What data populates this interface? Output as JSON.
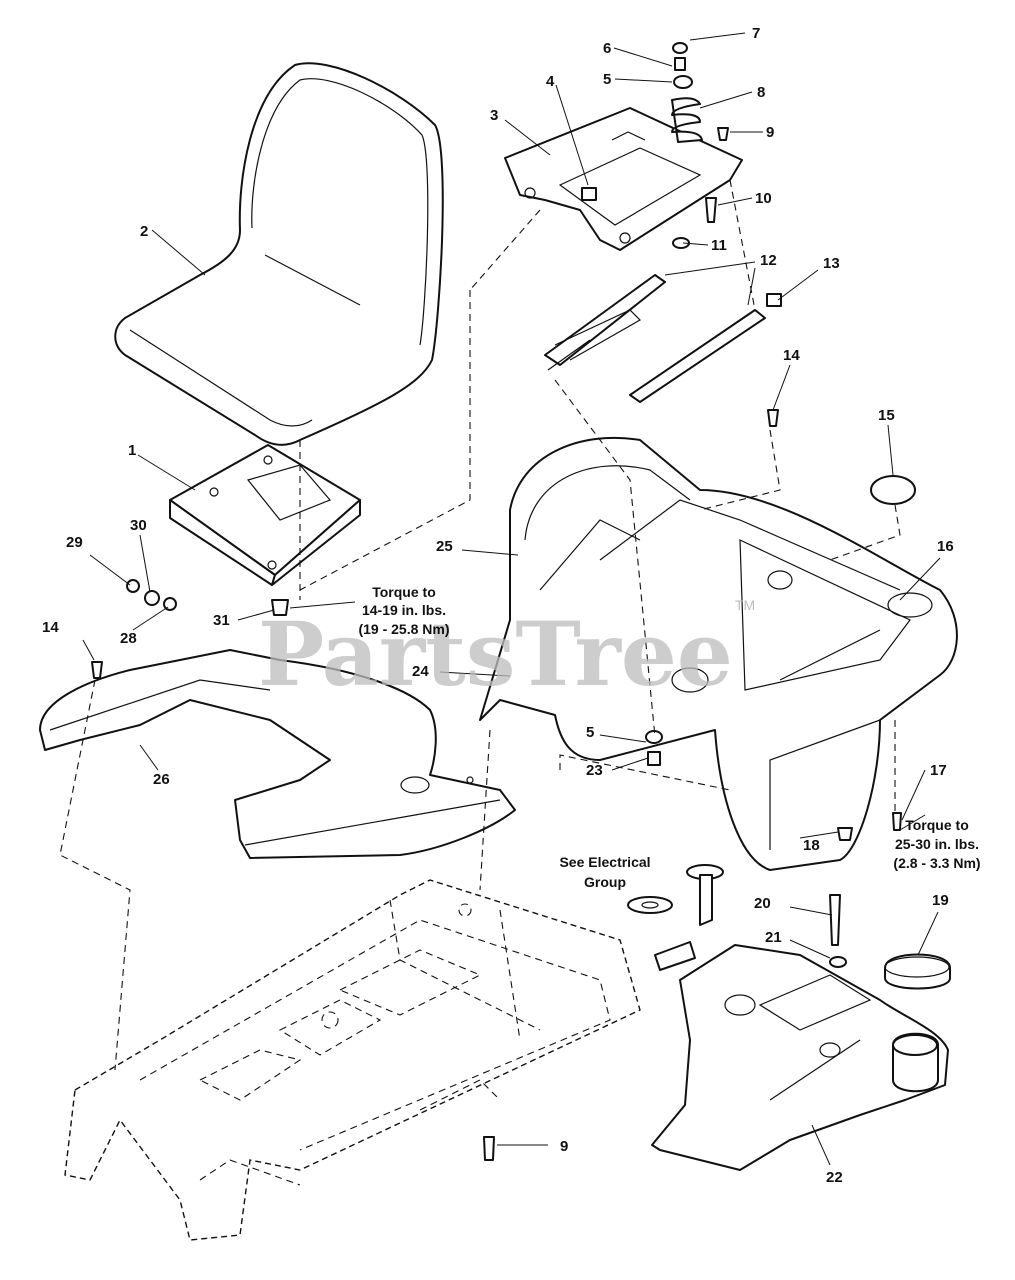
{
  "watermark": {
    "text": "PartsTree",
    "mark": "TM"
  },
  "callouts": {
    "c1": "1",
    "c2": "2",
    "c3": "3",
    "c4": "4",
    "c5a": "5",
    "c5b": "5",
    "c6": "6",
    "c7": "7",
    "c8": "8",
    "c9a": "9",
    "c9b": "9",
    "c10": "10",
    "c11": "11",
    "c12": "12",
    "c13": "13",
    "c14a": "14",
    "c14b": "14",
    "c15": "15",
    "c16": "16",
    "c17": "17",
    "c18": "18",
    "c19": "19",
    "c20": "20",
    "c21": "21",
    "c22": "22",
    "c23": "23",
    "c24": "24",
    "c25": "25",
    "c26": "26",
    "c28": "28",
    "c29": "29",
    "c30": "30",
    "c31": "31"
  },
  "notes": {
    "torque1": [
      "Torque to",
      "14-19 in. lbs.",
      "(19 - 25.8 Nm)"
    ],
    "torque2": [
      "Torque to",
      "25-30 in. lbs.",
      "(2.8 - 3.3 Nm)"
    ],
    "electrical": [
      "See Electrical",
      "Group"
    ]
  }
}
